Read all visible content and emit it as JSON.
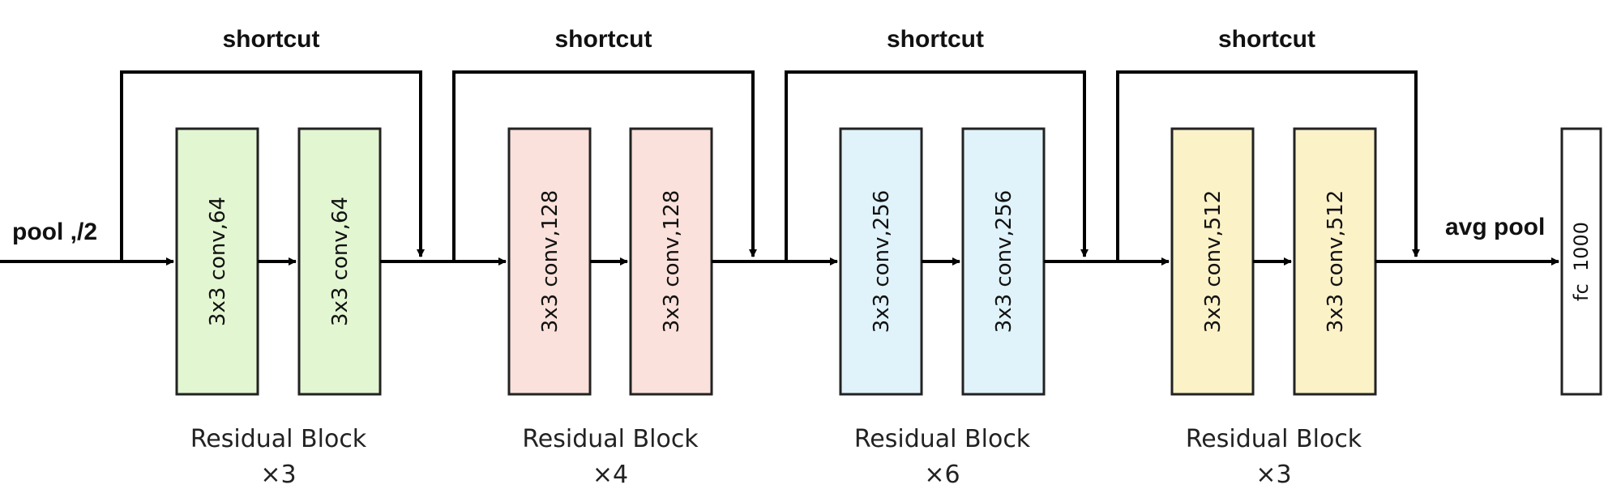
{
  "input_label": "pool ,/2",
  "output_pool_label": "avg pool",
  "fc_label": "fc  1000",
  "shortcut_label": "shortcut",
  "stages": [
    {
      "conv1": "3x3 conv,64",
      "conv2": "3x3 conv,64",
      "block_label": "Residual Block",
      "repeat": "×3",
      "fill": "#e3f6d2"
    },
    {
      "conv1": "3x3 conv,128",
      "conv2": "3x3 conv,128",
      "block_label": "Residual Block",
      "repeat": "×4",
      "fill": "#fbe1db"
    },
    {
      "conv1": "3x3 conv,256",
      "conv2": "3x3 conv,256",
      "block_label": "Residual Block",
      "repeat": "×6",
      "fill": "#e1f3fa"
    },
    {
      "conv1": "3x3 conv,512",
      "conv2": "3x3 conv,512",
      "block_label": "Residual Block",
      "repeat": "×3",
      "fill": "#fbf2c8"
    }
  ]
}
